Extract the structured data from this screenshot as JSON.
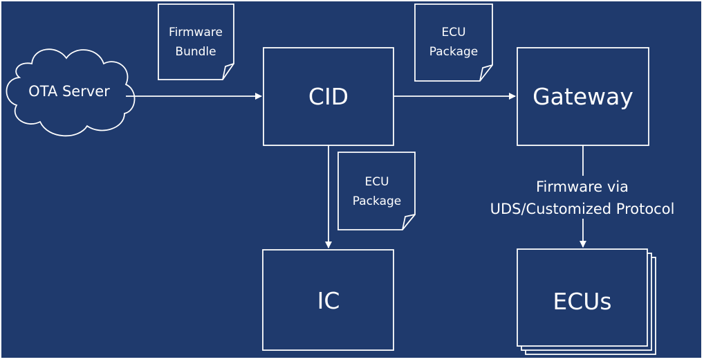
{
  "diagram": {
    "background_color": "#1f3a6d",
    "line_color": "#ffffff",
    "nodes": {
      "ota_server": {
        "label": "OTA Server"
      },
      "cid": {
        "label": "CID"
      },
      "gateway": {
        "label": "Gateway"
      },
      "ic": {
        "label": "IC"
      },
      "ecus": {
        "label": "ECUs"
      }
    },
    "documents": {
      "firmware_bundle": {
        "line1": "Firmware",
        "line2": "Bundle"
      },
      "ecu_package_top": {
        "line1": "ECU",
        "line2": "Package"
      },
      "ecu_package_mid": {
        "line1": "ECU",
        "line2": "Package"
      }
    },
    "edge_labels": {
      "gateway_to_ecus": {
        "line1": "Firmware via",
        "line2": "UDS/Customized Protocol"
      }
    }
  }
}
